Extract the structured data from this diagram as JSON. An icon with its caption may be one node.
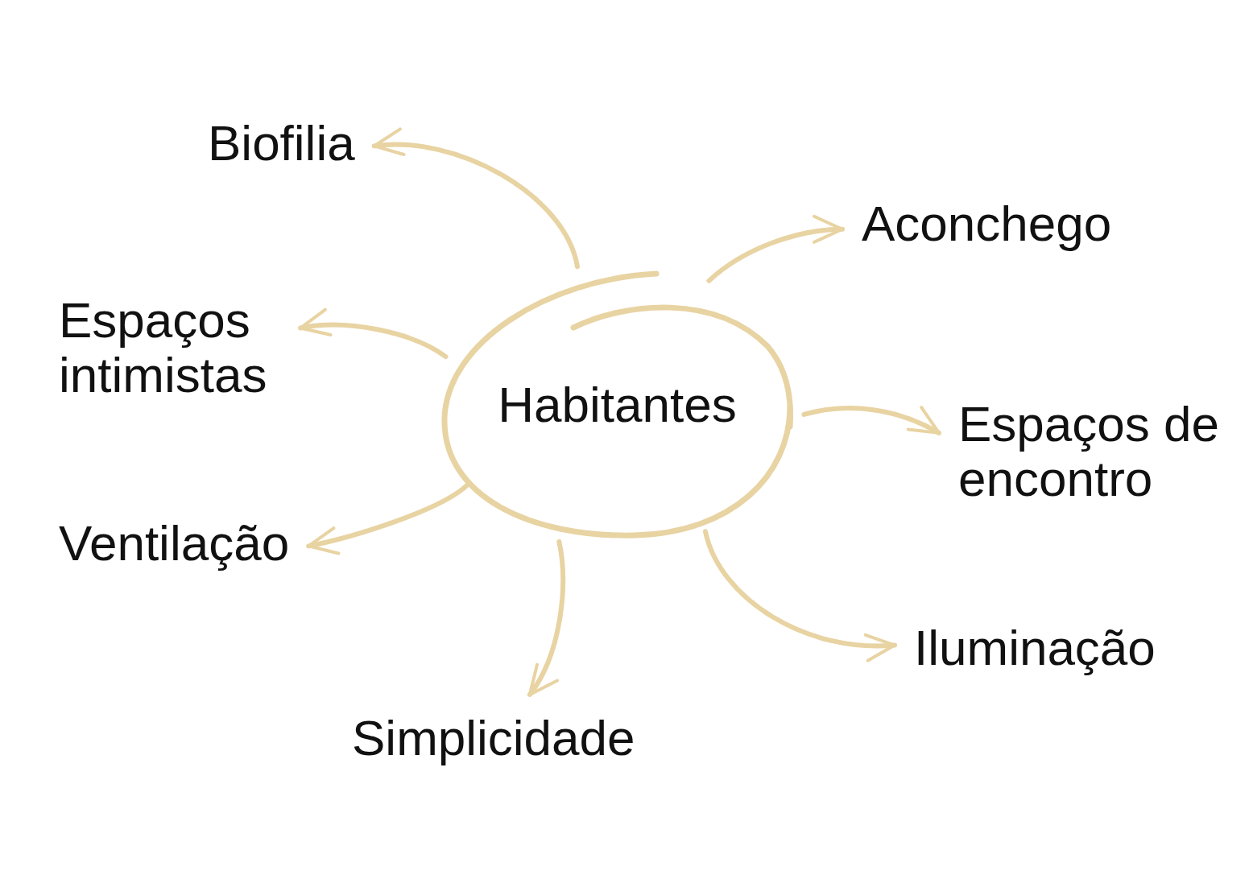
{
  "diagram": {
    "nodes": [
      {
        "text": [
          "Habitantes"
        ]
      },
      {
        "text": [
          "Biofilia"
        ]
      },
      {
        "text": [
          "Aconchego"
        ]
      },
      {
        "text": [
          "Espaços intimistas"
        ]
      },
      {
        "text": [
          "Espaços de encontro"
        ]
      },
      {
        "text": [
          "Ventilação"
        ]
      },
      {
        "text": [
          "Iluminação"
        ]
      },
      {
        "text": [
          "Simplicidade"
        ]
      }
    ],
    "edges": [
      {
        "from": 0,
        "to": 1,
        "arrow": "to"
      },
      {
        "from": 0,
        "to": 2,
        "arrow": "to"
      },
      {
        "from": 0,
        "to": 3,
        "arrow": "to"
      },
      {
        "from": 0,
        "to": 4,
        "arrow": "to"
      },
      {
        "from": 0,
        "to": 5,
        "arrow": "to"
      },
      {
        "from": 0,
        "to": 6,
        "arrow": "to"
      },
      {
        "from": 0,
        "to": 7,
        "arrow": "to"
      }
    ]
  }
}
